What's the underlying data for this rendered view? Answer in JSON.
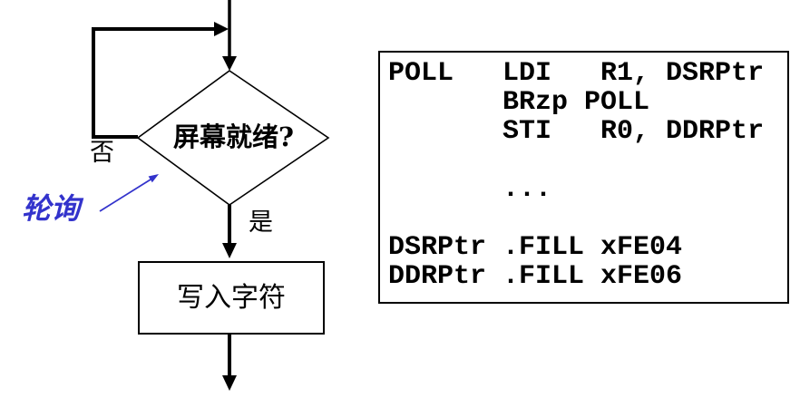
{
  "flowchart": {
    "decision_label": "屏幕就绪?",
    "no_label": "否",
    "yes_label": "是",
    "process_label": "写入字符",
    "annotation_label": "轮询",
    "annotation_color": "#3333cc",
    "line_color": "#000000"
  },
  "code_panel": {
    "lines": [
      "POLL   LDI   R1, DSRPtr",
      "       BRzp POLL",
      "       STI   R0, DDRPtr",
      "",
      "       ...",
      "",
      "DSRPtr .FILL xFE04",
      "DDRPtr .FILL xFE06"
    ]
  }
}
